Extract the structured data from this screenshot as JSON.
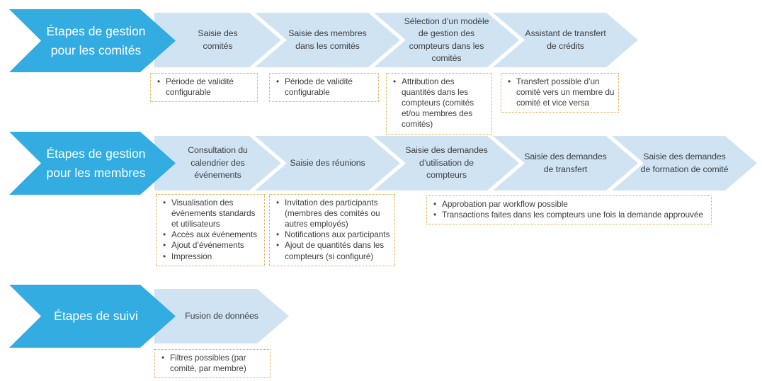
{
  "colors": {
    "stage_arrow_blue": "#32ACE1",
    "step_chevron_blue": "#CFE3F3",
    "notes_border_gold": "#DFA63F",
    "text_dark": "#3F4142",
    "text_white": "#FFFFFF"
  },
  "rows": [
    {
      "title": "Étapes de gestion pour les comités",
      "steps": [
        {
          "label": "Saisie des comités",
          "notes": [
            "Période de validité configurable"
          ]
        },
        {
          "label": "Saisie des membres dans les comités",
          "notes": [
            "Période de validité configurable"
          ]
        },
        {
          "label": "Sélection d’un modèle de gestion des compteurs dans les comités",
          "notes": [
            "Attribution des quantités dans les compteurs (comités et/ou membres des comités)"
          ]
        },
        {
          "label": "Assistant de transfert de crédits",
          "notes": [
            "Transfert possible d’un comité vers un membre du comité et vice versa"
          ]
        }
      ]
    },
    {
      "title": "Étapes de gestion pour les membres",
      "steps": [
        {
          "label": "Consultation du calendrier des événements",
          "notes": [
            "Visualisation des événements standards et utilisateurs",
            "Accès aux événements",
            "Ajout d’événements",
            "Impression"
          ]
        },
        {
          "label": "Saisie des réunions",
          "notes": [
            "Invitation des participants (membres des comités ou autres employés)",
            "Notifications aux participants",
            "Ajout de quantités dans les compteurs (si configuré)"
          ]
        },
        {
          "label": "Saisie des demandes d’utilisation de compteurs",
          "notes": []
        },
        {
          "label": "Saisie des demandes de transfert",
          "notes": []
        },
        {
          "label": "Saisie des demandes de formation de comité",
          "notes": []
        }
      ],
      "shared_notes": [
        "Approbation par workflow possible",
        "Transactions faites dans les compteurs une fois la demande approuvée"
      ]
    },
    {
      "title": "Étapes de suivi",
      "steps": [
        {
          "label": "Fusion de données",
          "notes": [
            "Filtres possibles (par comité, par membre)"
          ]
        }
      ]
    }
  ]
}
